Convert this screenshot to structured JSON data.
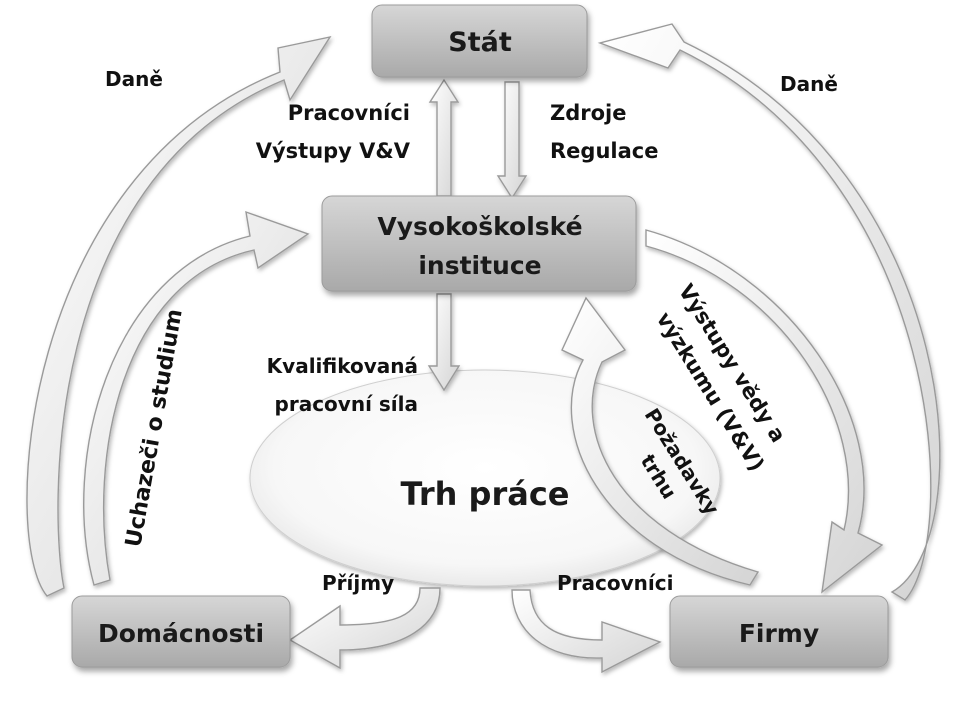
{
  "nodes": {
    "stat": "Stát",
    "vysoke_1": "Vysokoškolské",
    "vysoke_2": "instituce",
    "trh": "Trh práce",
    "domacnosti": "Domácnosti",
    "firmy": "Firmy"
  },
  "labels": {
    "dane_left": "Daně",
    "dane_right": "Daně",
    "pracovnici_vystupy_1": "Pracovníci",
    "pracovnici_vystupy_2": "Výstupy V&V",
    "zdroje_1": "Zdroje",
    "zdroje_2": "Regulace",
    "kvalifikovana_1": "Kvalifikovaná",
    "kvalifikovana_2": "pracovní síla",
    "uchazeci": "Uchazeči o studium",
    "vystupy_vedy_1": "Výstupy vědy a",
    "vystupy_vedy_2": "výzkumu (V&V)",
    "pozadavky_1": "Požadavky",
    "pozadavky_2": "trhu",
    "prijmy": "Příjmy",
    "pracovnici_bottom": "Pracovníci"
  }
}
